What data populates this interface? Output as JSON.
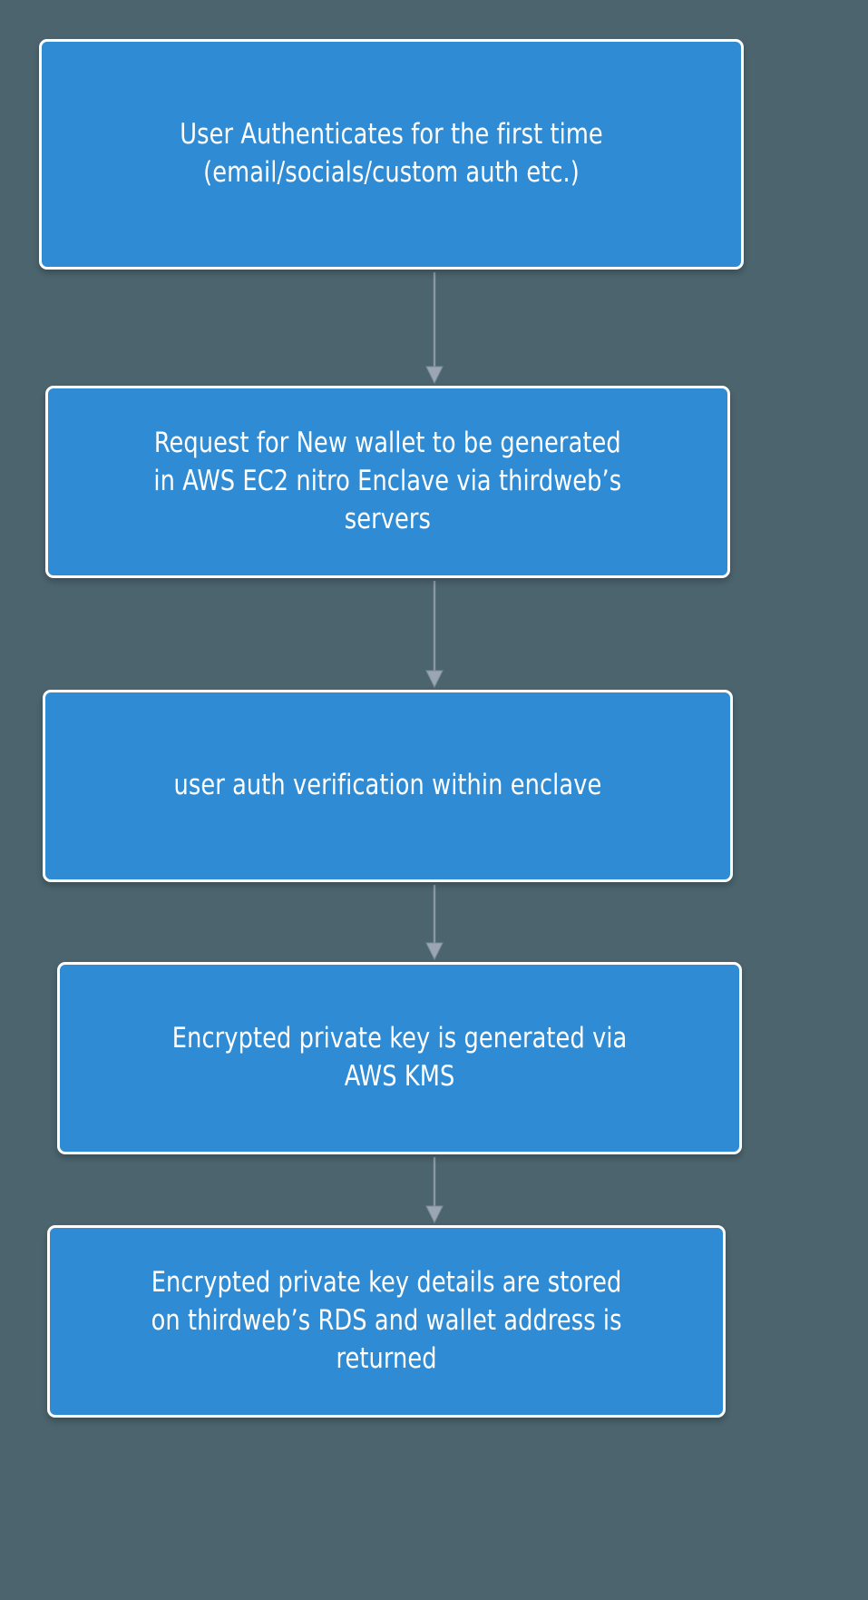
{
  "diagram": {
    "type": "flowchart",
    "orientation": "top-to-bottom",
    "background_color": "#4c646d",
    "node_fill_color": "#2f8bd4",
    "node_border_color": "#ffffff",
    "node_text_color": "#ffffff",
    "edge_color": "#8a98a6",
    "nodes": [
      {
        "id": "node-1",
        "label": "User Authenticates for the first time\n(email/socials/custom auth etc.)"
      },
      {
        "id": "node-2",
        "label": "Request for New wallet to be generated\nin AWS EC2 nitro Enclave via thirdweb’s\nservers"
      },
      {
        "id": "node-3",
        "label": "user auth verification within enclave"
      },
      {
        "id": "node-4",
        "label": "Encrypted private key is generated via\nAWS KMS"
      },
      {
        "id": "node-5",
        "label": "Encrypted private key details are stored\non thirdweb’s RDS and wallet address is\nreturned"
      }
    ],
    "edges": [
      {
        "id": "edge-1-2",
        "from": "node-1",
        "to": "node-2"
      },
      {
        "id": "edge-2-3",
        "from": "node-2",
        "to": "node-3"
      },
      {
        "id": "edge-3-4",
        "from": "node-3",
        "to": "node-4"
      },
      {
        "id": "edge-4-5",
        "from": "node-4",
        "to": "node-5"
      }
    ]
  }
}
